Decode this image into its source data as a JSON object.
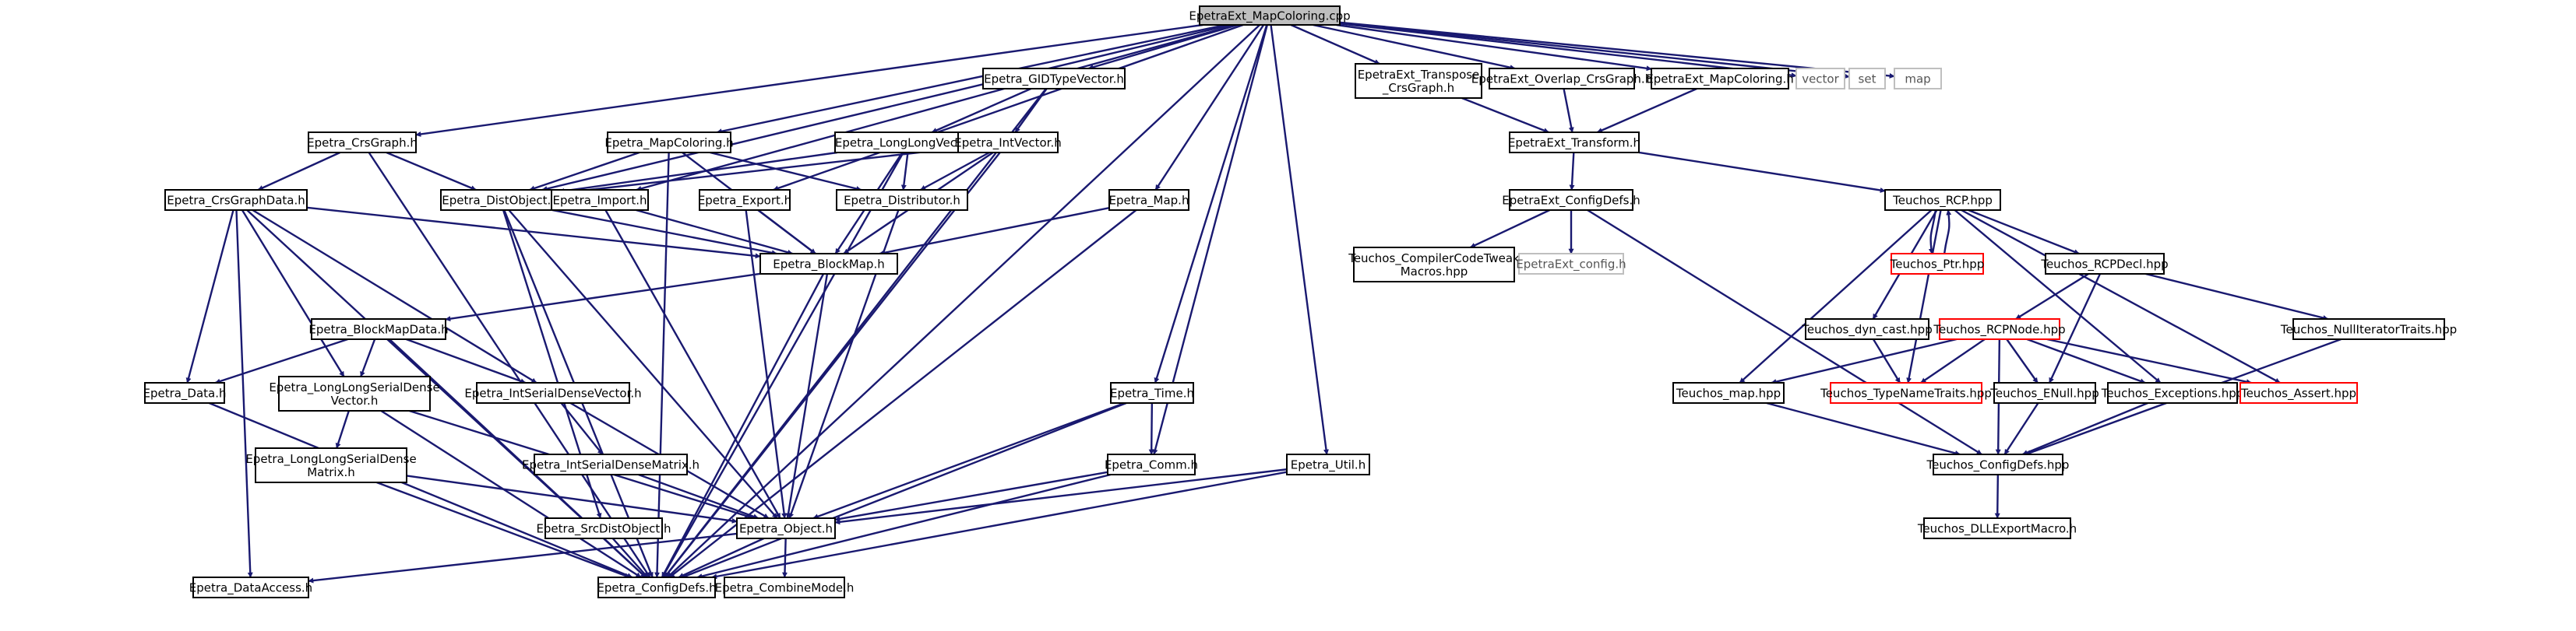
{
  "diagram": {
    "title": "EpetraExt_MapColoring.cpp",
    "nodes": {
      "root": "EpetraExt_MapColoring.cpp",
      "gidtypevector": "Epetra_GIDTypeVector.h",
      "crsgraph": "Epetra_CrsGraph.h",
      "mapcoloring": "Epetra_MapColoring.h",
      "longlongvector": "Epetra_LongLongVector.h",
      "intvector": "Epetra_IntVector.h",
      "transpose": [
        "EpetraExt_Transpose",
        "_CrsGraph.h"
      ],
      "overlap": "EpetraExt_Overlap_CrsGraph.h",
      "ext_mapcoloring": "EpetraExt_MapColoring.h",
      "vector": "vector",
      "set": "set",
      "map": "map",
      "crsgraphdata": "Epetra_CrsGraphData.h",
      "distobject": "Epetra_DistObject.h",
      "import": "Epetra_Import.h",
      "export": "Epetra_Export.h",
      "distributor": "Epetra_Distributor.h",
      "epetra_map": "Epetra_Map.h",
      "transform": "EpetraExt_Transform.h",
      "configdefs_ext": "EpetraExt_ConfigDefs.h",
      "blockmap": "Epetra_BlockMap.h",
      "compilercode": [
        "Teuchos_CompilerCodeTweak",
        "Macros.hpp"
      ],
      "epetraext_config": "EpetraExt_config.h",
      "rcp": "Teuchos_RCP.hpp",
      "ptr": "Teuchos_Ptr.hpp",
      "rcpdecl": "Teuchos_RCPDecl.hpp",
      "blockmapdata": "Epetra_BlockMapData.h",
      "dyncast": "Teuchos_dyn_cast.hpp",
      "nulliter": "Teuchos_NullIteratorTraits.hpp",
      "rcpnode": "Teuchos_RCPNode.hpp",
      "epetra_data": "Epetra_Data.h",
      "llsdv": [
        "Epetra_LongLongSerialDense",
        "Vector.h"
      ],
      "isdv": "Epetra_IntSerialDenseVector.h",
      "time": "Epetra_Time.h",
      "teuchos_map": "Teuchos_map.hpp",
      "typename": "Teuchos_TypeNameTraits.hpp",
      "enull": "Teuchos_ENull.hpp",
      "exceptions": "Teuchos_Exceptions.hpp",
      "assert": "Teuchos_Assert.hpp",
      "llsdm": [
        "Epetra_LongLongSerialDense",
        "Matrix.h"
      ],
      "comm": "Epetra_Comm.h",
      "isdm": "Epetra_IntSerialDenseMatrix.h",
      "util": "Epetra_Util.h",
      "teuchos_configdefs": "Teuchos_ConfigDefs.hpp",
      "srcdistobject": "Epetra_SrcDistObject.h",
      "epetra_object": "Epetra_Object.h",
      "dllexport": "Teuchos_DLLExportMacro.h",
      "dataaccess": "Epetra_DataAccess.h",
      "epetra_configdefs": "Epetra_ConfigDefs.h",
      "combinemode": "Epetra_CombineMode.h"
    },
    "edges": [
      [
        "root",
        "crsgraph"
      ],
      [
        "root",
        "mapcoloring"
      ],
      [
        "root",
        "gidtypevector"
      ],
      [
        "root",
        "distobject"
      ],
      [
        "root",
        "import"
      ],
      [
        "root",
        "export"
      ],
      [
        "root",
        "epetra_map"
      ],
      [
        "root",
        "time"
      ],
      [
        "root",
        "comm"
      ],
      [
        "root",
        "util"
      ],
      [
        "root",
        "epetra_configdefs"
      ],
      [
        "root",
        "transpose"
      ],
      [
        "root",
        "overlap"
      ],
      [
        "root",
        "ext_mapcoloring"
      ],
      [
        "root",
        "vector"
      ],
      [
        "root",
        "set"
      ],
      [
        "root",
        "map"
      ],
      [
        "gidtypevector",
        "longlongvector"
      ],
      [
        "gidtypevector",
        "intvector"
      ],
      [
        "gidtypevector",
        "epetra_configdefs"
      ],
      [
        "crsgraph",
        "crsgraphdata"
      ],
      [
        "crsgraph",
        "distobject"
      ],
      [
        "crsgraph",
        "epetra_configdefs"
      ],
      [
        "mapcoloring",
        "distobject"
      ],
      [
        "mapcoloring",
        "blockmap"
      ],
      [
        "mapcoloring",
        "distributor"
      ],
      [
        "mapcoloring",
        "epetra_configdefs"
      ],
      [
        "longlongvector",
        "distobject"
      ],
      [
        "longlongvector",
        "blockmap"
      ],
      [
        "longlongvector",
        "distributor"
      ],
      [
        "longlongvector",
        "epetra_configdefs"
      ],
      [
        "intvector",
        "distobject"
      ],
      [
        "intvector",
        "blockmap"
      ],
      [
        "intvector",
        "distributor"
      ],
      [
        "intvector",
        "epetra_configdefs"
      ],
      [
        "transpose",
        "transform"
      ],
      [
        "overlap",
        "transform"
      ],
      [
        "ext_mapcoloring",
        "transform"
      ],
      [
        "crsgraphdata",
        "blockmap"
      ],
      [
        "crsgraphdata",
        "epetra_data"
      ],
      [
        "crsgraphdata",
        "llsdv"
      ],
      [
        "crsgraphdata",
        "isdv"
      ],
      [
        "crsgraphdata",
        "epetra_configdefs"
      ],
      [
        "crsgraphdata",
        "dataaccess"
      ],
      [
        "distobject",
        "blockmap"
      ],
      [
        "distobject",
        "srcdistobject"
      ],
      [
        "distobject",
        "epetra_object"
      ],
      [
        "distobject",
        "epetra_configdefs"
      ],
      [
        "import",
        "blockmap"
      ],
      [
        "import",
        "epetra_object"
      ],
      [
        "export",
        "blockmap"
      ],
      [
        "export",
        "epetra_object"
      ],
      [
        "distributor",
        "epetra_object"
      ],
      [
        "epetra_map",
        "blockmap"
      ],
      [
        "epetra_map",
        "epetra_configdefs"
      ],
      [
        "transform",
        "configdefs_ext"
      ],
      [
        "transform",
        "rcp"
      ],
      [
        "configdefs_ext",
        "compilercode"
      ],
      [
        "configdefs_ext",
        "epetraext_config"
      ],
      [
        "configdefs_ext",
        "teuchos_configdefs"
      ],
      [
        "blockmap",
        "blockmapdata"
      ],
      [
        "blockmap",
        "epetra_object"
      ],
      [
        "blockmap",
        "epetra_configdefs"
      ],
      [
        "rcp",
        "ptr"
      ],
      [
        "rcp",
        "rcpdecl"
      ],
      [
        "rcp",
        "dyncast"
      ],
      [
        "rcp",
        "teuchos_map"
      ],
      [
        "rcp",
        "typename"
      ],
      [
        "rcp",
        "exceptions"
      ],
      [
        "rcp",
        "assert"
      ],
      [
        "ptr",
        "rcp"
      ],
      [
        "rcpdecl",
        "rcpnode"
      ],
      [
        "rcpdecl",
        "enull"
      ],
      [
        "rcpdecl",
        "nulliter"
      ],
      [
        "blockmapdata",
        "epetra_data"
      ],
      [
        "blockmapdata",
        "llsdv"
      ],
      [
        "blockmapdata",
        "isdv"
      ],
      [
        "blockmapdata",
        "epetra_configdefs"
      ],
      [
        "dyncast",
        "typename"
      ],
      [
        "nulliter",
        "teuchos_configdefs"
      ],
      [
        "rcpnode",
        "teuchos_map"
      ],
      [
        "rcpnode",
        "typename"
      ],
      [
        "rcpnode",
        "enull"
      ],
      [
        "rcpnode",
        "exceptions"
      ],
      [
        "rcpnode",
        "assert"
      ],
      [
        "rcpnode",
        "teuchos_configdefs"
      ],
      [
        "epetra_data",
        "epetra_configdefs"
      ],
      [
        "llsdv",
        "llsdm"
      ],
      [
        "llsdv",
        "epetra_object"
      ],
      [
        "llsdv",
        "epetra_configdefs"
      ],
      [
        "isdv",
        "isdm"
      ],
      [
        "isdv",
        "epetra_object"
      ],
      [
        "time",
        "comm"
      ],
      [
        "time",
        "epetra_object"
      ],
      [
        "time",
        "epetra_configdefs"
      ],
      [
        "teuchos_map",
        "teuchos_configdefs"
      ],
      [
        "enull",
        "teuchos_configdefs"
      ],
      [
        "exceptions",
        "teuchos_configdefs"
      ],
      [
        "llsdm",
        "epetra_object"
      ],
      [
        "llsdm",
        "epetra_configdefs"
      ],
      [
        "comm",
        "epetra_object"
      ],
      [
        "comm",
        "epetra_configdefs"
      ],
      [
        "isdm",
        "epetra_object"
      ],
      [
        "util",
        "epetra_object"
      ],
      [
        "util",
        "epetra_configdefs"
      ],
      [
        "teuchos_configdefs",
        "dllexport"
      ],
      [
        "srcdistobject",
        "epetra_configdefs"
      ],
      [
        "epetra_object",
        "dataaccess"
      ],
      [
        "epetra_object",
        "epetra_configdefs"
      ],
      [
        "epetra_object",
        "combinemode"
      ]
    ],
    "colors": {
      "edge": "#191970",
      "node_border": "#000000",
      "external_border": "#bfbfbf",
      "truncated_border": "#ff0000",
      "root_fill": "#bfbfbf"
    }
  }
}
